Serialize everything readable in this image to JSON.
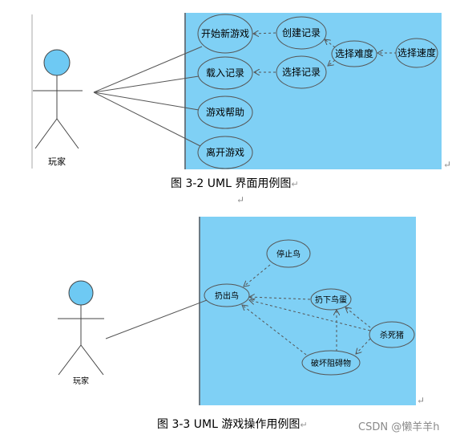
{
  "diagram1": {
    "actor": "玩家",
    "use_cases": [
      "开始新游戏",
      "创建记录",
      "选择难度",
      "选择速度",
      "载入记录",
      "选择记录",
      "游戏帮助",
      "离开游戏"
    ],
    "caption": "图 3-2 UML 界面用例图"
  },
  "diagram2": {
    "actor": "玩家",
    "use_cases": [
      "停止鸟",
      "扔出鸟",
      "扔下鸟蛋",
      "杀死猪",
      "破坏阻碍物"
    ],
    "caption": "图 3-3 UML 游戏操作用例图"
  },
  "watermark": "CSDN @懒羊羊h",
  "colors": {
    "system_fill": "#7fd0f5",
    "ellipse_fill": "#7fd0f5",
    "actor_head": "#6ec9f3",
    "line": "#555555"
  }
}
